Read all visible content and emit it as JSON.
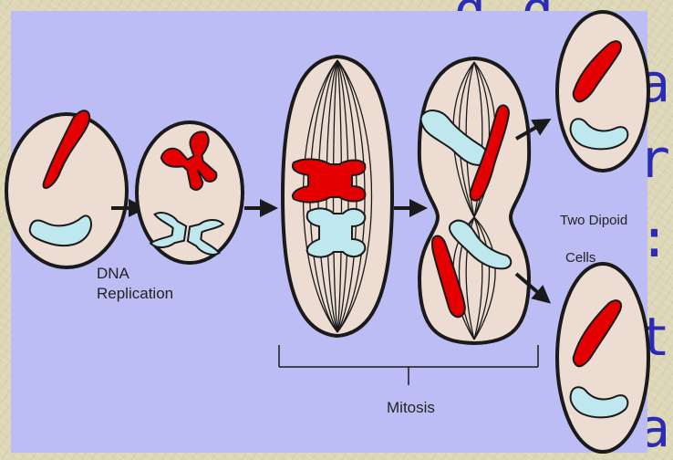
{
  "background_fragments": [
    "g",
    "g",
    "a",
    "r",
    ":",
    "t",
    "as"
  ],
  "labels": {
    "dna_replication": [
      "DNA",
      "Replication"
    ],
    "two_diploid_cells": [
      "Two Dipoid",
      "Cells"
    ],
    "mitosis": "Mitosis"
  },
  "colors": {
    "panel": "#bdbdf5",
    "chromosome_red": "#e40000",
    "chromosome_blue": "#bfe7ee",
    "cell_fill": "#ecdcd2",
    "outline": "#1a1a1a",
    "background_text": "#2b2bb8"
  }
}
